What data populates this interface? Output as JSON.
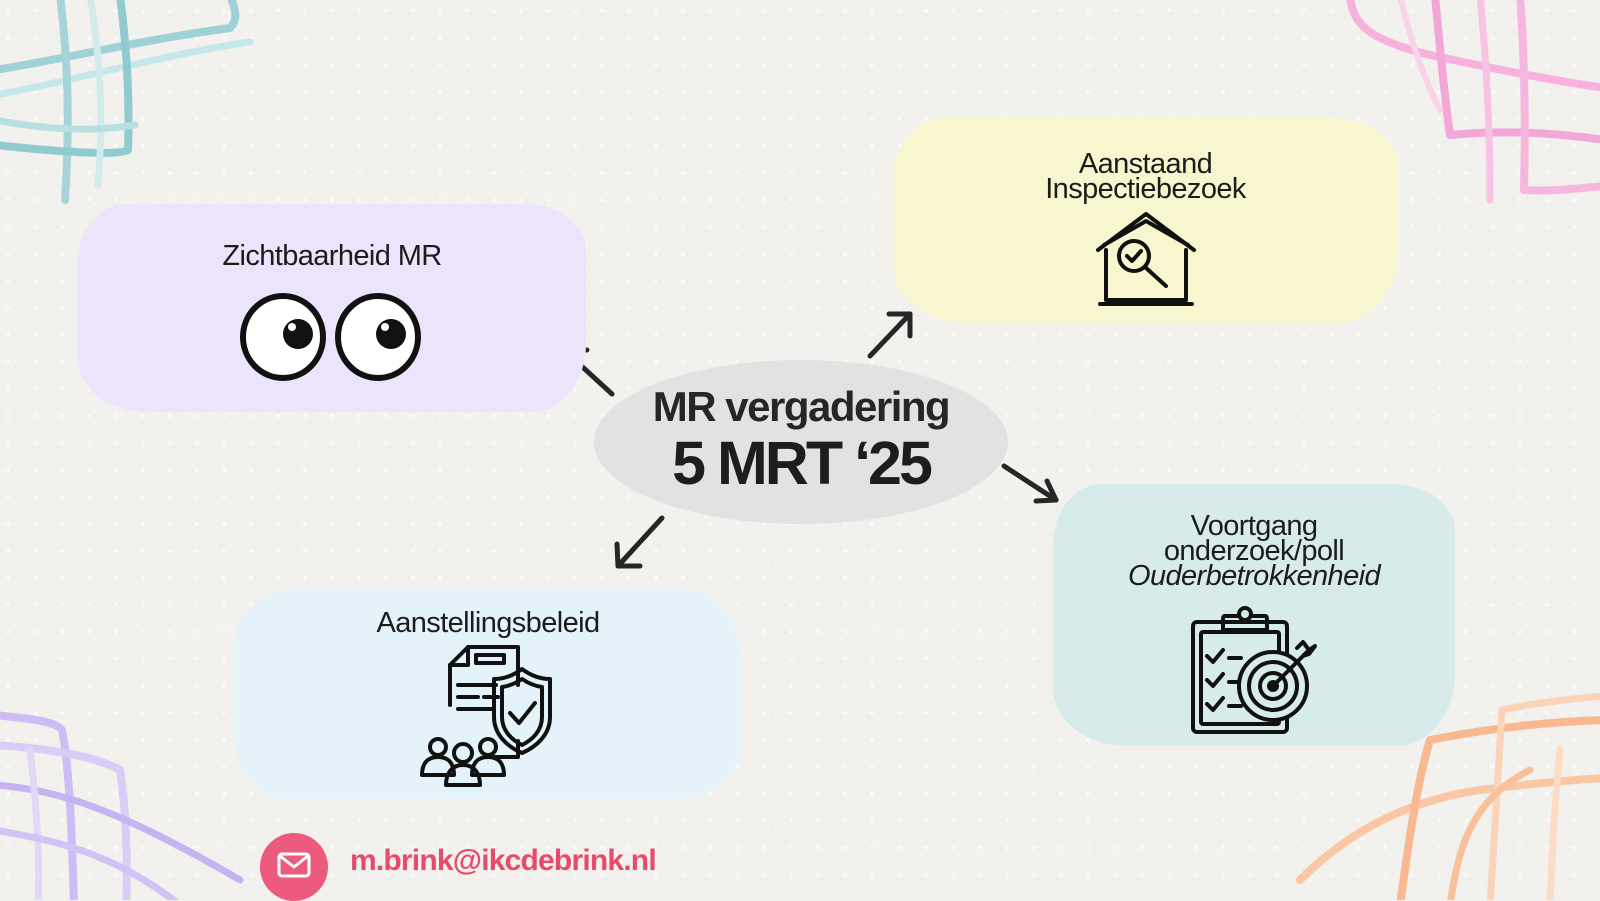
{
  "hub": {
    "title": "MR vergadering",
    "date": "5 MRT ‘25"
  },
  "topics": {
    "visibility": {
      "title": "Zichtbaarheid MR",
      "icon": "eyes-icon"
    },
    "inspection": {
      "title_line1": "Aanstaand",
      "title_line2": "Inspectiebezoek",
      "icon": "house-inspection-icon"
    },
    "appointment": {
      "title": "Aanstellingsbeleid",
      "icon": "policy-document-shield-icon"
    },
    "research": {
      "title_line1": "Voortgang",
      "title_line2": "onderzoek/poll",
      "title_line3": "Ouderbetrokkenheid",
      "icon": "checklist-target-icon"
    }
  },
  "contact": {
    "email": "m.brink@ikcdebrink.nl",
    "icon": "mail-icon"
  },
  "colors": {
    "visibility_bg": "#ebe4fb",
    "inspection_bg": "#f8f6cf",
    "appointment_bg": "#e4f2f9",
    "research_bg": "#d8ebeb",
    "hub_bg": "#e2e2e2",
    "accent": "#ec5b7d"
  }
}
